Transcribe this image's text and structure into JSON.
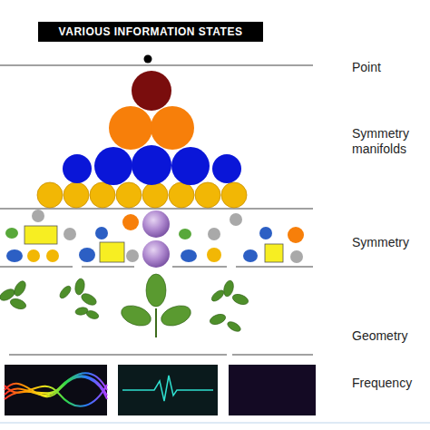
{
  "diagram": {
    "title": "VARIOUS INFORMATION STATES",
    "labels": [
      "Point",
      "Symmetry manifolds",
      "Symmetry",
      "Geometry",
      "Frequency"
    ]
  }
}
